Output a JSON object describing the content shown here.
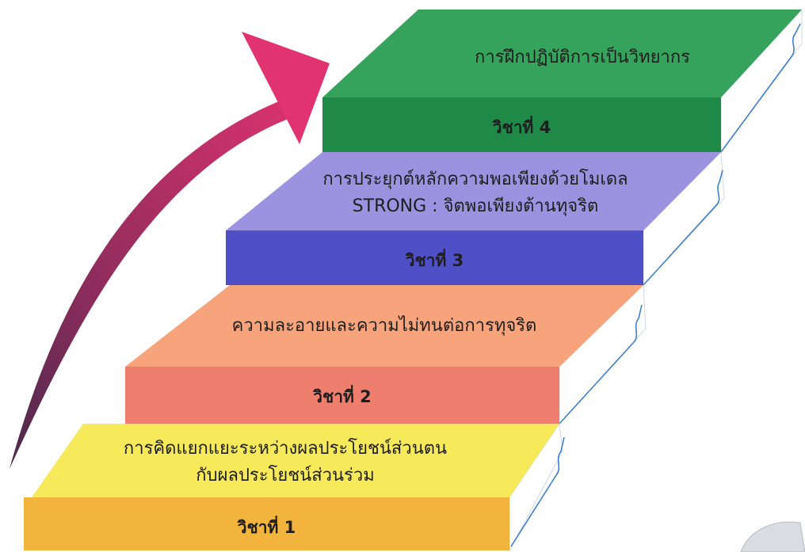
{
  "steps": [
    {
      "number_label": "วิชาที่ 1",
      "description": [
        "การคิดแยกแยะระหว่างผลประโยชน์ส่วนตน",
        "กับผลประโยชน์ส่วนร่วม"
      ],
      "top_color": "#f6ea5a",
      "front_color": "#f3b43d"
    },
    {
      "number_label": "วิชาที่ 2",
      "description": [
        "ความละอายและความไม่ทนต่อการทุจริต"
      ],
      "top_color": "#f7a47c",
      "front_color": "#ee7e6e"
    },
    {
      "number_label": "วิชาที่ 3",
      "description": [
        "การประยุกต์หลักความพอเพียงด้วยโมเดล",
        "STRONG :  จิตพอเพียงต้านทุจริต"
      ],
      "top_color": "#9c92df",
      "front_color": "#4f4fc8"
    },
    {
      "number_label": "วิชาที่ 4",
      "description": [
        "การฝึกปฏิบัติการเป็นวิทยากร"
      ],
      "top_color": "#35a35b",
      "front_color": "#1f8a47"
    }
  ],
  "arrow_color": "#d3346b",
  "page_edge_color": "#3f7fd0"
}
